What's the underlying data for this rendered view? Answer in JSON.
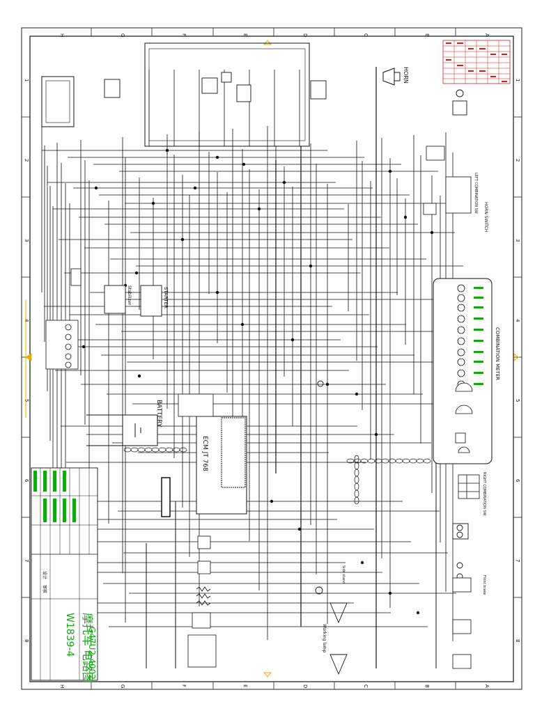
{
  "sheet": {
    "col_letters": [
      "H",
      "G",
      "F",
      "E",
      "D",
      "C",
      "B",
      "A"
    ],
    "row_numbers": [
      "1",
      "2",
      "3",
      "4",
      "5",
      "6",
      "7",
      "8"
    ]
  },
  "labels": {
    "horn": "HORN",
    "horn_switch": "HORN SWITCH",
    "battery": "BATTERY",
    "ecm": "ECM JT 768",
    "starter": "STARTER",
    "stabilizer": "Stabilizer",
    "combination_meter": "COMBINATION METER",
    "right_combination": "RIGHT COMBINATION SW",
    "left_combination": "LEFT COMBINATION SW",
    "working_lamp": "Working lamp",
    "side_stand": "Side stand",
    "front_brake": "Front brake"
  },
  "title_block": {
    "company": "摩托车 电路图",
    "drawing_no": "W1839-4",
    "doc_no": "G47U2-4002",
    "sig_1": "设计",
    "sig_2": "审核"
  },
  "colors": {
    "line": "#111111",
    "accent_red": "#d21e1e",
    "accent_green": "#13a713",
    "accent_yellow": "#e0b000"
  }
}
